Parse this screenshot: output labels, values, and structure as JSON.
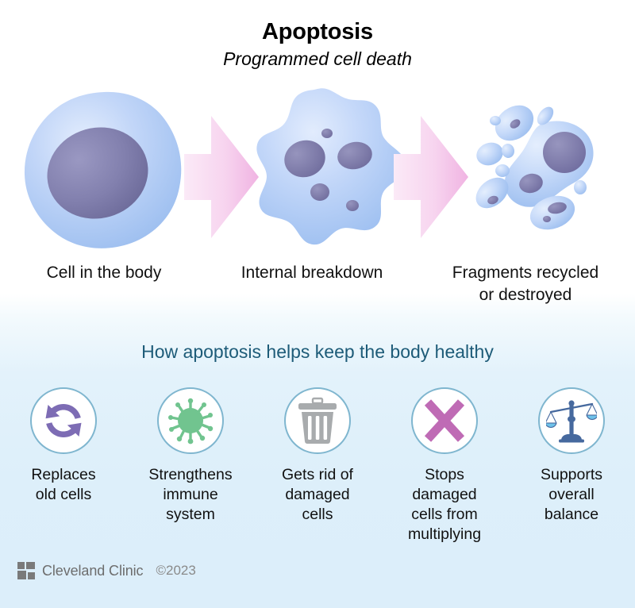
{
  "header": {
    "title": "Apoptosis",
    "subtitle": "Programmed cell death"
  },
  "stages": [
    {
      "caption": "Cell in the body",
      "art": "intact-cell"
    },
    {
      "caption": "Internal breakdown",
      "art": "fragmenting-cell"
    },
    {
      "caption": "Fragments recycled\nor destroyed",
      "art": "apoptotic-bodies"
    }
  ],
  "arrows": [
    {
      "name": "stage-arrow-1"
    },
    {
      "name": "stage-arrow-2"
    }
  ],
  "benefits_section": {
    "heading": "How apoptosis helps keep the body healthy",
    "items": [
      {
        "icon": "recycle-arrows-icon",
        "label": "Replaces\nold cells"
      },
      {
        "icon": "germ-icon",
        "label": "Strengthens\nimmune\nsystem"
      },
      {
        "icon": "trash-can-icon",
        "label": "Gets rid of\ndamaged\ncells"
      },
      {
        "icon": "x-mark-icon",
        "label": "Stops\ndamaged\ncells from\nmultiplying"
      },
      {
        "icon": "balance-scale-icon",
        "label": "Supports\noverall\nbalance"
      }
    ]
  },
  "footer": {
    "brand": "Cleveland Clinic",
    "copyright": "©2023",
    "logo": "cleveland-clinic-logo"
  },
  "colors": {
    "heading_teal": "#1d5b78",
    "cell_blue": "#b6cdf5",
    "nucleus_purple": "#8180ad",
    "arrow_pink": "#f3bfe4",
    "icon_border": "#7fb6cf",
    "recycle_purple": "#7d6cb4",
    "germ_green": "#71c48f",
    "trash_gray": "#a8abad",
    "x_magenta": "#bf6bb5",
    "scale_blue": "#46699e",
    "panel_blue": "#dceefa"
  }
}
